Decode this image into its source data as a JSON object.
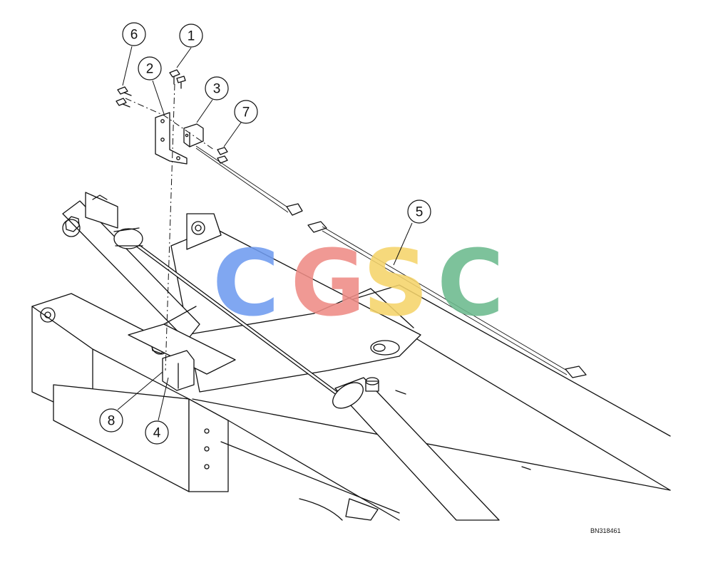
{
  "figure": {
    "code": "BN318461"
  },
  "callouts": [
    {
      "label": "1"
    },
    {
      "label": "2"
    },
    {
      "label": "3"
    },
    {
      "label": "4"
    },
    {
      "label": "5"
    },
    {
      "label": "6"
    },
    {
      "label": "7"
    },
    {
      "label": "8"
    }
  ],
  "watermark": {
    "letters": [
      {
        "char": "C",
        "color": "#6f9bf0"
      },
      {
        "char": "G",
        "color": "#ee8c86"
      },
      {
        "char": "S",
        "color": "#f5d46b"
      },
      {
        "char": "C",
        "color": "#6cba8e"
      }
    ]
  }
}
